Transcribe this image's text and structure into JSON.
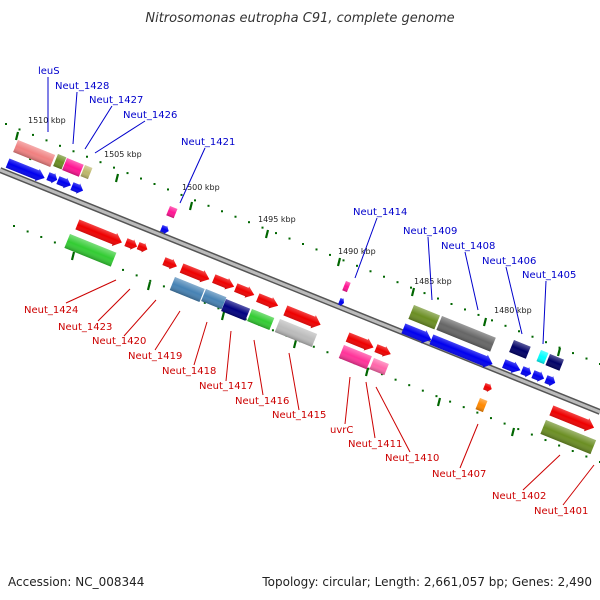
{
  "title": "Nitrosomonas eutropha C91, complete genome",
  "footer": {
    "accession": "Accession: NC_008344",
    "topology": "Topology: circular; Length: 2,661,057 bp; Genes: 2,490"
  },
  "colors": {
    "backbone": "#888888",
    "top_label": "#0000cc",
    "bottom_label": "#cc0000",
    "tick": "#006600"
  },
  "kbp_marks": [
    {
      "label": "1510 kbp"
    },
    {
      "label": "1505 kbp"
    },
    {
      "label": "1500 kbp"
    },
    {
      "label": "1495 kbp"
    },
    {
      "label": "1490 kbp"
    },
    {
      "label": "1485 kbp"
    },
    {
      "label": "1480 kbp"
    }
  ],
  "top_labels": [
    "leuS",
    "Neut_1428",
    "Neut_1427",
    "Neut_1426",
    "Neut_1421",
    "Neut_1414",
    "Neut_1409",
    "Neut_1408",
    "Neut_1406",
    "Neut_1405"
  ],
  "bottom_labels": [
    "Neut_1424",
    "Neut_1423",
    "Neut_1420",
    "Neut_1419",
    "Neut_1418",
    "Neut_1417",
    "Neut_1416",
    "Neut_1415",
    "uvrC",
    "Neut_1411",
    "Neut_1410",
    "Neut_1407",
    "Neut_1402",
    "Neut_1401"
  ]
}
